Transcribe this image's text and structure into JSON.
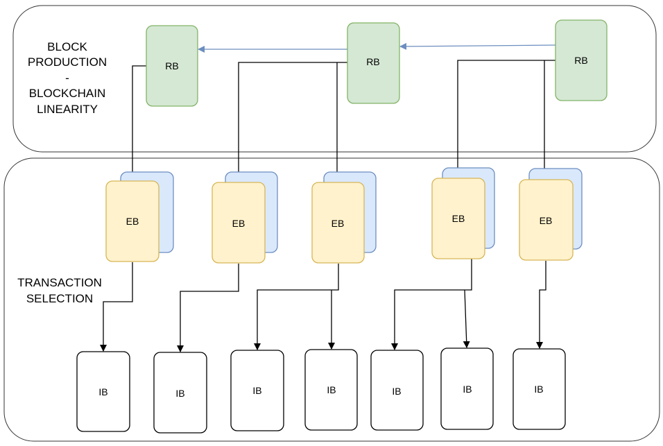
{
  "labels": {
    "block_production": [
      "BLOCK",
      "PRODUCTION",
      "-",
      "BLOCKCHAIN",
      "LINEARITY"
    ],
    "transaction_selection": [
      "TRANSACTION",
      "SELECTION"
    ]
  },
  "nodes": {
    "rb": [
      "RB",
      "RB",
      "RB"
    ],
    "eb": [
      "EB",
      "EB",
      "EB",
      "EB",
      "EB"
    ],
    "ib": [
      "IB",
      "IB",
      "IB",
      "IB",
      "IB",
      "IB",
      "IB"
    ]
  },
  "colors": {
    "rb_fill": "#d5e8d4",
    "rb_stroke": "#82b366",
    "eb_fill": "#fff2cc",
    "eb_stroke": "#d6b656",
    "eb_back_fill": "#dae8fc",
    "eb_back_stroke": "#6c8ebf",
    "link_blue": "#6c8ebf"
  }
}
